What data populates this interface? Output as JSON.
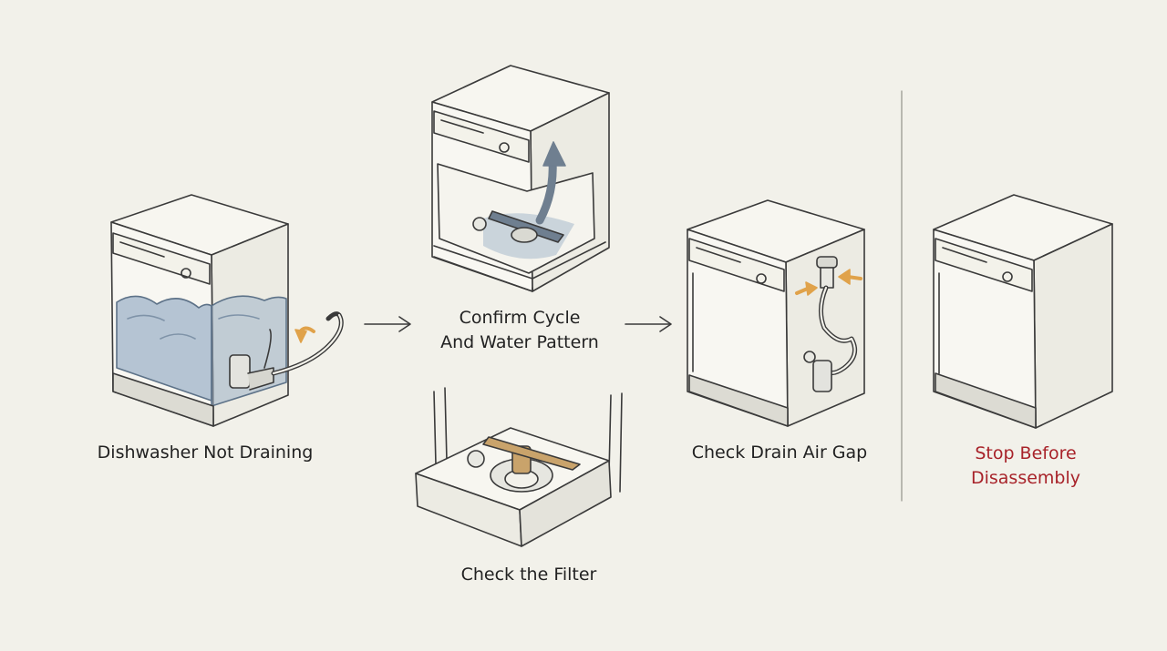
{
  "steps": [
    {
      "id": "not-draining",
      "label": "Dishwasher Not Draining"
    },
    {
      "id": "confirm-cycle",
      "label_lines": [
        "Confirm Cycle",
        "And Water Pattern"
      ]
    },
    {
      "id": "check-filter",
      "label": "Check the Filter"
    },
    {
      "id": "check-air-gap",
      "label": "Check Drain Air Gap"
    },
    {
      "id": "stop",
      "label_lines": [
        "Stop Before",
        "Disassembly"
      ]
    }
  ],
  "colors": {
    "background": "#f2f1ea",
    "line": "#3a3a3a",
    "water": "#9fb3c8",
    "spray_arm": "#6f7f90",
    "filter": "#c9a36b",
    "accent_arrow": "#e0a24a",
    "warning_text": "#a8232a"
  },
  "icons": [
    "water-fill",
    "drain-hose",
    "flow-arrow",
    "spray-arm",
    "up-arrow",
    "filter",
    "air-gap",
    "divider"
  ]
}
